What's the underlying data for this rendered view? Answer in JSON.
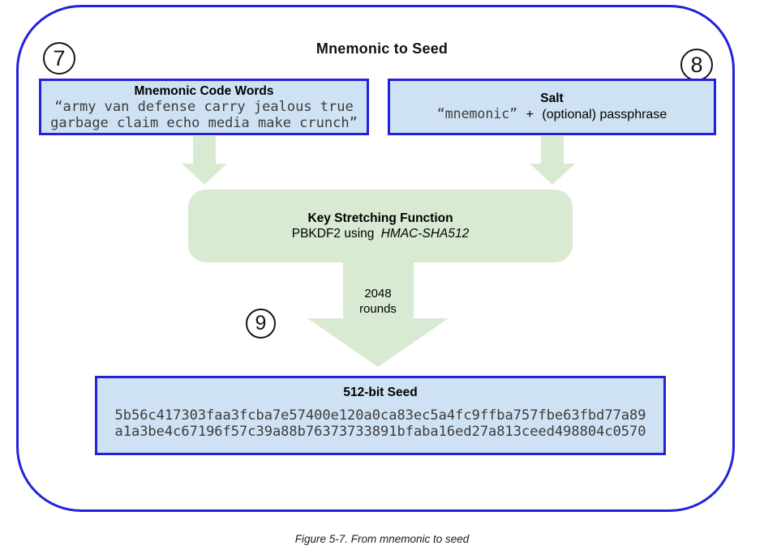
{
  "colors": {
    "border_blue": "#2222dd",
    "fill_blue": "#cfe2f3",
    "fill_green": "#d9ead3",
    "mono_ink": "#3c3c3c"
  },
  "diagram": {
    "title": "Mnemonic to Seed",
    "markers": {
      "seven": "7",
      "eight": "8",
      "nine": "9"
    },
    "mnemonic_box": {
      "title": "Mnemonic Code Words",
      "words_line1": "“army van defense carry jealous true",
      "words_line2": "garbage claim echo media make crunch”"
    },
    "salt_box": {
      "title": "Salt",
      "mono_part": "“mnemonic”",
      "plus": "+",
      "text_part": "(optional) passphrase"
    },
    "key_stretching_box": {
      "title": "Key Stretching Function",
      "subtitle_prefix": "PBKDF2 using",
      "subtitle_italic": "HMAC-SHA512"
    },
    "rounds_arrow": {
      "line1": "2048",
      "line2": "rounds"
    },
    "seed_box": {
      "title": "512-bit Seed",
      "hex_line1": "5b56c417303faa3fcba7e57400e120a0ca83ec5a4fc9ffba757fbe63fbd77a89",
      "hex_line2": "a1a3be4c67196f57c39a88b76373733891bfaba16ed27a813ceed498804c0570"
    },
    "caption": "Figure 5-7. From mnemonic to seed"
  }
}
